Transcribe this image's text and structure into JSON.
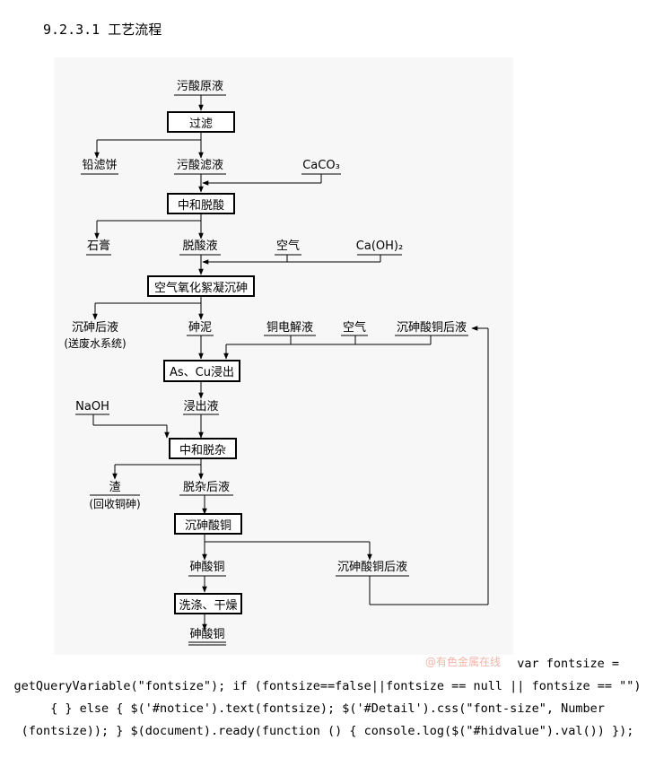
{
  "heading": "9.2.3.1 工艺流程",
  "diagram": {
    "materials": {
      "waste_acid_raw": "污酸原液",
      "lead_cake": "铅滤饼",
      "waste_acid_filtrate": "污酸滤液",
      "caco3": "CaCO₃",
      "gypsum": "石膏",
      "deacid_liquid": "脱酸液",
      "air_1": "空气",
      "caoh2": "Ca(OH)₂",
      "as_precip_liquid": "沉砷后液",
      "to_waste_water": "(送废水系统)",
      "arsenic_sludge": "砷泥",
      "copper_electrolyte": "铜电解液",
      "air_2": "空气",
      "cu_arsenate_liquid_1": "沉砷酸铜后液",
      "naoh": "NaOH",
      "leach_liquid": "浸出液",
      "slag": "渣",
      "recover_cu_as": "(回收铜砷)",
      "deimpurity_liquid": "脱杂后液",
      "copper_arsenate": "砷酸铜",
      "cu_arsenate_liquid_2": "沉砷酸铜后液",
      "copper_arsenate_final": "砷酸铜"
    },
    "processes": {
      "filter": "过滤",
      "neutralize_deacid": "中和脱酸",
      "air_oxidation": "空气氧化絮凝沉砷",
      "as_cu_leach": "As、Cu浸出",
      "neutralize_deimpurity": "中和脱杂",
      "cu_arsenate_precip": "沉砷酸铜",
      "wash_dry": "洗涤、干燥"
    }
  },
  "watermark": "@有色金属在线",
  "code_lines": [
    "var fontsize =",
    "getQueryVariable(\"fontsize\"); if (fontsize==false||fontsize == null || fontsize == \"\")",
    "{ } else { $('#notice').text(fontsize); $('#Detail').css(\"font-size\", Number",
    "(fontsize)); } $(document).ready(function () { console.log($(\"#hidvalue\").val()) });"
  ]
}
